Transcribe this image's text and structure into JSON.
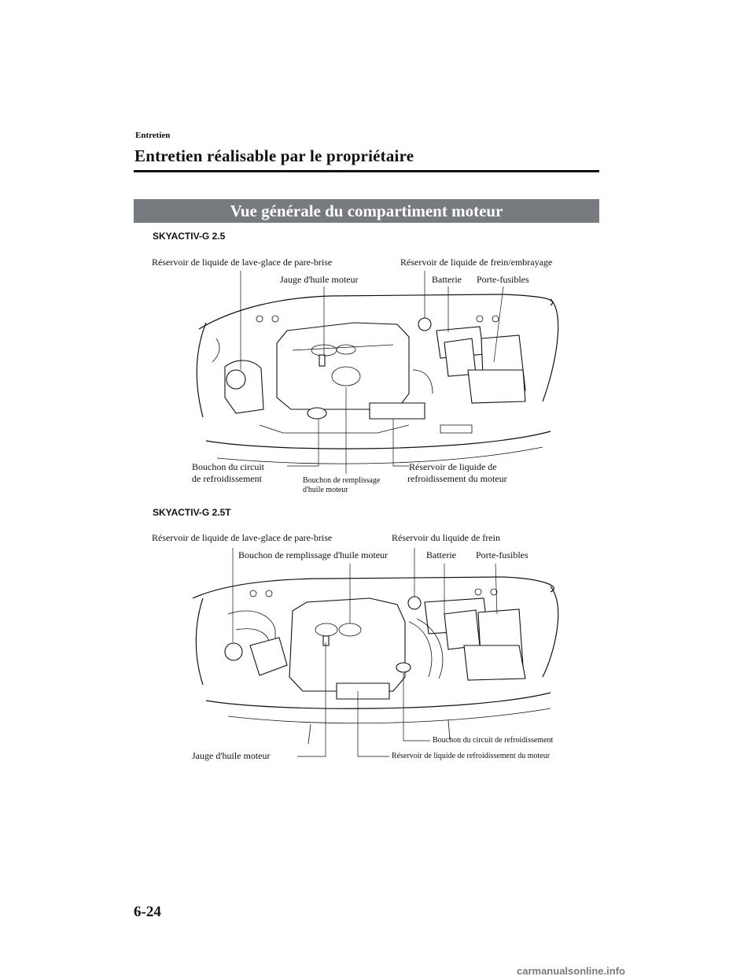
{
  "header": {
    "section": "Entretien",
    "title": "Entretien réalisable par le propriétaire"
  },
  "banner": "Vue générale du compartiment moteur",
  "diagrams": [
    {
      "variant": "SKYACTIV-G 2.5",
      "labels": {
        "washer_reservoir": "Réservoir de liquide de lave-glace de pare-brise",
        "brake_clutch_reservoir": "Réservoir de liquide de frein/embrayage",
        "dipstick": "Jauge d'huile moteur",
        "battery": "Batterie",
        "fuse_block": "Porte-fusibles",
        "radiator_cap_line1": "Bouchon du circuit",
        "radiator_cap_line2": "de refroidissement",
        "oil_filler_line1": "Bouchon de remplissage",
        "oil_filler_line2": "d'huile moteur",
        "coolant_reservoir_line1": "Réservoir de liquide de",
        "coolant_reservoir_line2": "refroidissement du moteur"
      }
    },
    {
      "variant": "SKYACTIV-G 2.5T",
      "labels": {
        "washer_reservoir": "Réservoir de liquide de lave-glace de pare-brise",
        "brake_reservoir": "Réservoir du liquide de frein",
        "oil_filler": "Bouchon de remplissage d'huile moteur",
        "battery": "Batterie",
        "fuse_block": "Porte-fusibles",
        "radiator_cap": "Bouchon du circuit de refroidissement",
        "dipstick": "Jauge d'huile moteur",
        "coolant_reservoir": "Réservoir de liquide de refroidissement du moteur"
      }
    }
  ],
  "footer": {
    "page_number": "6-24",
    "watermark": "carmanualsonline.info"
  }
}
